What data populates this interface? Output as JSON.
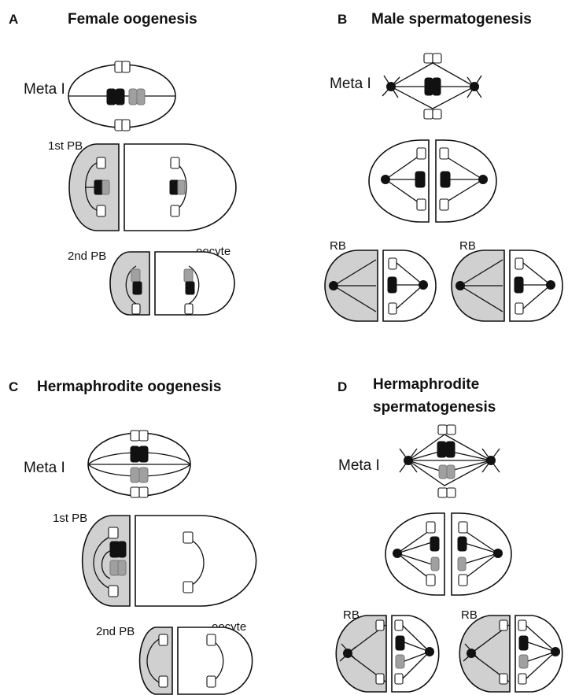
{
  "panels": {
    "A": {
      "letter": "A",
      "title": "Female oogenesis",
      "meta": "Meta I",
      "pb1": "1st PB",
      "pb2": "2nd PB",
      "oocyte": "oocyte"
    },
    "B": {
      "letter": "B",
      "title": "Male spermatogenesis",
      "meta": "Meta I",
      "rb1": "RB",
      "rb2": "RB"
    },
    "C": {
      "letter": "C",
      "title": "Hermaphrodite oogenesis",
      "meta": "Meta I",
      "pb1": "1st PB",
      "pb2": "2nd PB",
      "oocyte": "oocyte"
    },
    "D": {
      "letter": "D",
      "title_line1": "Hermaphrodite",
      "title_line2": "spermatogenesis",
      "meta": "Meta I",
      "rb1": "RB",
      "rb2": "RB"
    }
  },
  "colors": {
    "residual_body": "#d0d0d0",
    "black_chromosome": "#111111",
    "grey_chromosome": "#a0a0a0",
    "outline": "#111111"
  }
}
